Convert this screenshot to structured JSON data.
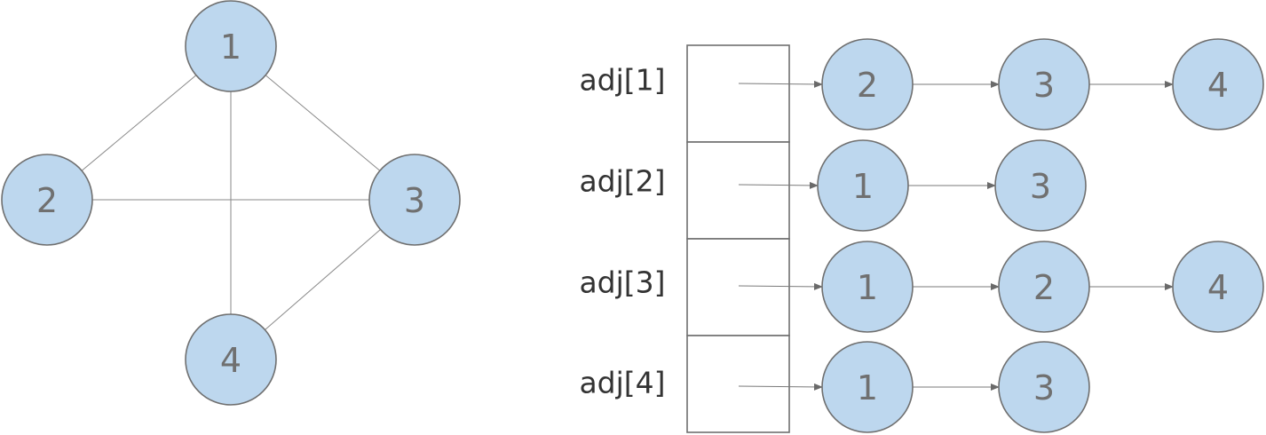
{
  "graph": {
    "nodes": [
      {
        "id": 1,
        "label": "1"
      },
      {
        "id": 2,
        "label": "2"
      },
      {
        "id": 3,
        "label": "3"
      },
      {
        "id": 4,
        "label": "4"
      }
    ],
    "edges": [
      [
        1,
        2
      ],
      [
        1,
        3
      ],
      [
        1,
        4
      ],
      [
        2,
        3
      ],
      [
        3,
        4
      ]
    ]
  },
  "adjacency_list": {
    "rows": [
      {
        "label": "adj[1]",
        "neighbors": [
          "2",
          "3",
          "4"
        ]
      },
      {
        "label": "adj[2]",
        "neighbors": [
          "1",
          "3"
        ]
      },
      {
        "label": "adj[3]",
        "neighbors": [
          "1",
          "2",
          "4"
        ]
      },
      {
        "label": "adj[4]",
        "neighbors": [
          "1",
          "3"
        ]
      }
    ]
  },
  "colors": {
    "node_fill": "#bdd7ee",
    "node_stroke": "#6f6f6f",
    "node_text": "#707070",
    "edge": "#8a8a8a",
    "label_text": "#333333"
  }
}
